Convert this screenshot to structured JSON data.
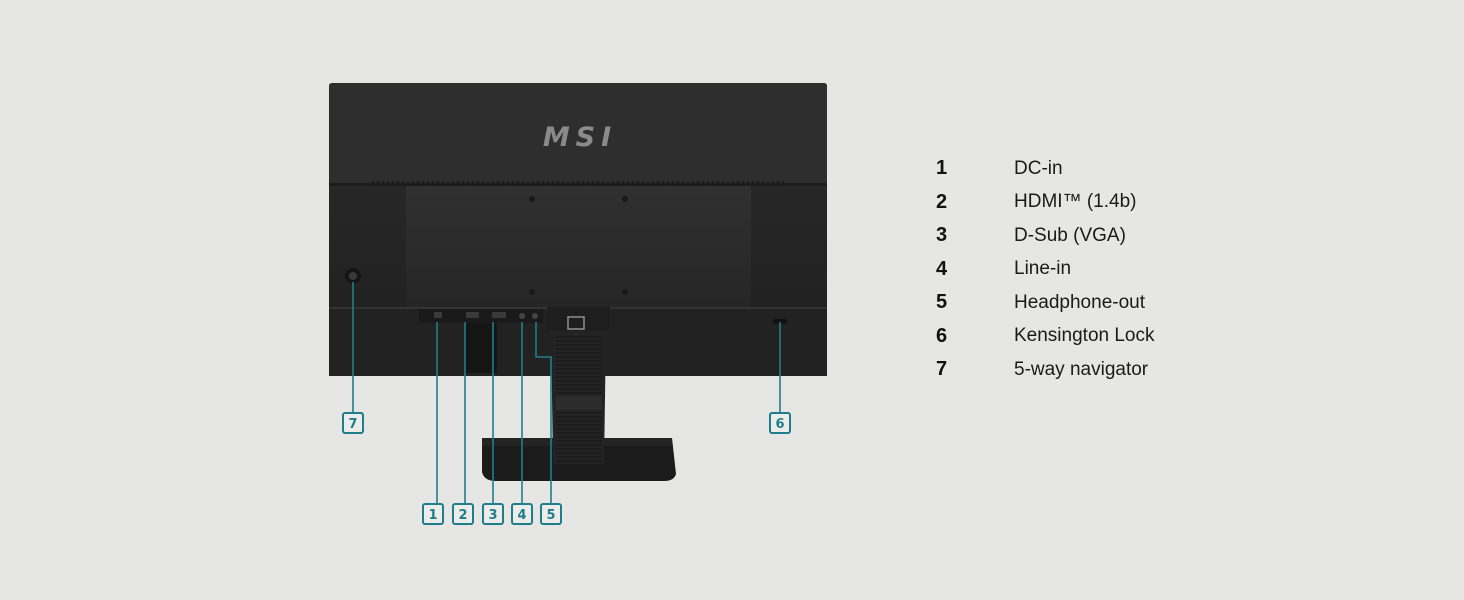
{
  "colors": {
    "background": "#e6e6e5",
    "monitor_body": "#262626",
    "callout_accent": "#1f7e8c",
    "legend_text": "#1a1a1a"
  },
  "monitor": {
    "logo_text": "MSI"
  },
  "callouts": [
    {
      "number": "1",
      "target": "DC-in port"
    },
    {
      "number": "2",
      "target": "HDMI port"
    },
    {
      "number": "3",
      "target": "D-Sub port"
    },
    {
      "number": "4",
      "target": "Line-in jack"
    },
    {
      "number": "5",
      "target": "Headphone-out jack"
    },
    {
      "number": "6",
      "target": "Kensington lock slot"
    },
    {
      "number": "7",
      "target": "5-way navigator"
    }
  ],
  "legend": [
    {
      "number": "1",
      "label": "DC-in"
    },
    {
      "number": "2",
      "label": "HDMI™ (1.4b)"
    },
    {
      "number": "3",
      "label": "D-Sub (VGA)"
    },
    {
      "number": "4",
      "label": "Line-in"
    },
    {
      "number": "5",
      "label": "Headphone-out"
    },
    {
      "number": "6",
      "label": "Kensington Lock"
    },
    {
      "number": "7",
      "label": "5-way navigator"
    }
  ]
}
